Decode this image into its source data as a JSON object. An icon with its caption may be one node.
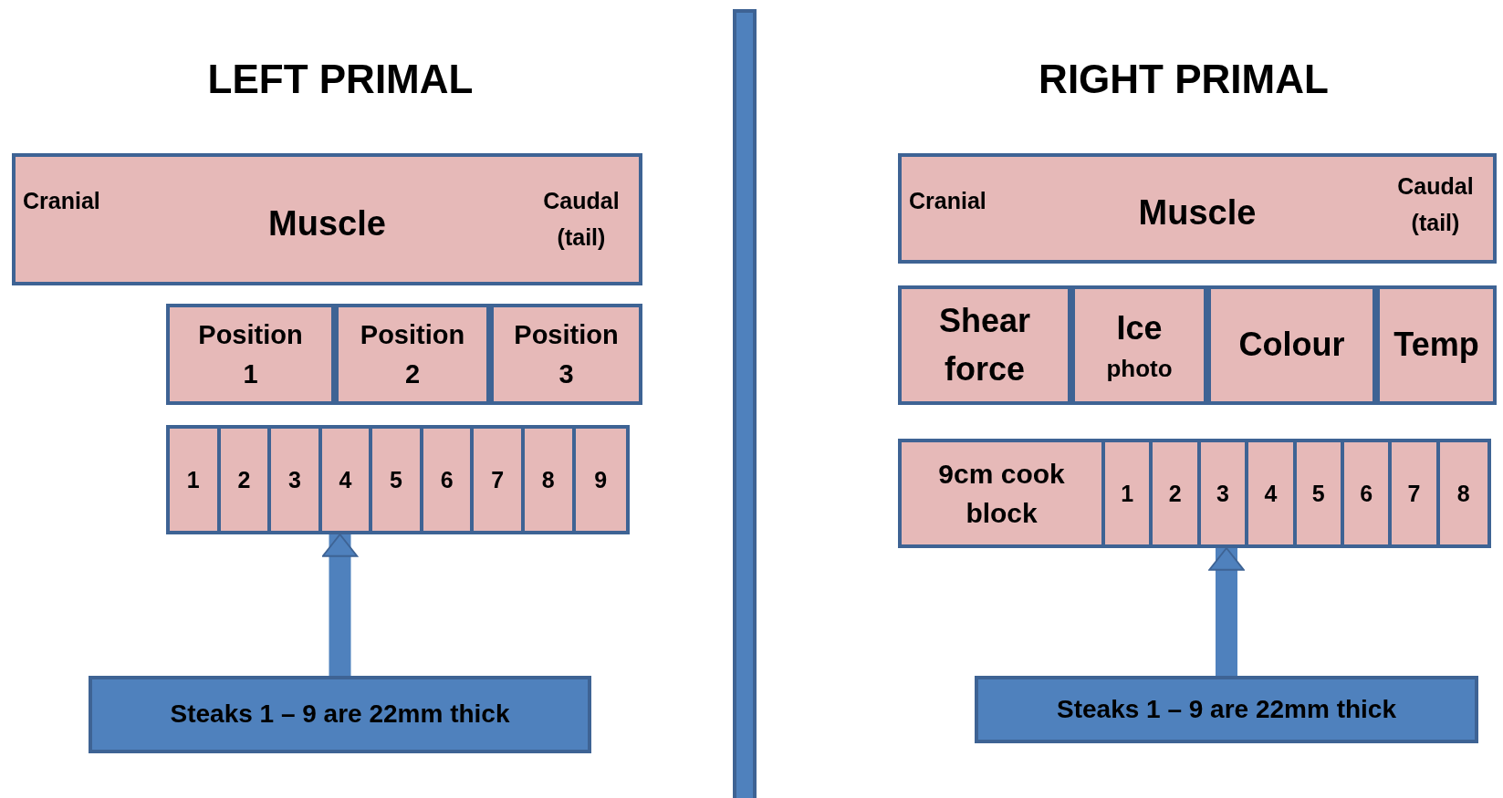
{
  "diagram": {
    "nodes": [
      {
        "text": [
          "Cranial",
          "Muscle",
          "Caudal (tail)"
        ]
      },
      {
        "text": [
          "Position 1"
        ]
      },
      {
        "text": [
          "Position 2"
        ]
      },
      {
        "text": [
          "Position 3"
        ]
      },
      {
        "text": [],
        "shape": "bar"
      },
      {
        "text": [
          "1"
        ],
        "in": 4
      },
      {
        "text": [
          "2"
        ],
        "in": 4
      },
      {
        "text": [
          "3"
        ],
        "in": 4
      },
      {
        "text": [
          "4"
        ],
        "in": 4
      },
      {
        "text": [
          "5"
        ],
        "in": 4
      },
      {
        "text": [
          "6"
        ],
        "in": 4
      },
      {
        "text": [
          "7"
        ],
        "in": 4
      },
      {
        "text": [
          "8"
        ],
        "in": 4
      },
      {
        "text": [
          "9"
        ],
        "in": 4
      },
      {
        "text": [
          "Steaks 1 – 9 are 22mm thick"
        ]
      },
      {
        "text": [],
        "shape": "bar"
      },
      {
        "text": [
          "Cranial",
          "Muscle",
          "Caudal (tail)"
        ]
      },
      {
        "text": [
          "Shear force"
        ]
      },
      {
        "text": [
          "Ice",
          "photo"
        ]
      },
      {
        "text": [
          "Colour"
        ]
      },
      {
        "text": [
          "Temp"
        ]
      },
      {
        "text": [],
        "shape": "bar"
      },
      {
        "text": [
          "9cm cook block"
        ],
        "in": 21
      },
      {
        "text": [
          "1"
        ],
        "in": 21
      },
      {
        "text": [
          "2"
        ],
        "in": 21
      },
      {
        "text": [
          "3"
        ],
        "in": 21
      },
      {
        "text": [
          "4"
        ],
        "in": 21
      },
      {
        "text": [
          "5"
        ],
        "in": 21
      },
      {
        "text": [
          "6"
        ],
        "in": 21
      },
      {
        "text": [
          "7"
        ],
        "in": 21
      },
      {
        "text": [
          "8"
        ],
        "in": 21
      },
      {
        "text": [
          "Steaks 1 – 9 are 22mm thick"
        ]
      }
    ],
    "edges": [
      {
        "from": 14,
        "to": 4,
        "arrow": "to"
      },
      {
        "from": 31,
        "to": 21,
        "arrow": "to"
      }
    ],
    "labels": [
      "LEFT PRIMAL",
      "RIGHT PRIMAL"
    ]
  }
}
